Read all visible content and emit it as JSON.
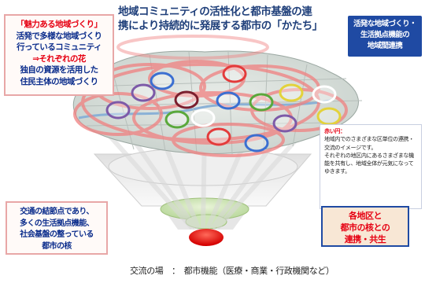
{
  "title": {
    "line1": "地域コミュニティの活性化と都市基盤の連",
    "line2": "携により持続的に発展する都市の「かたち」"
  },
  "left_box": {
    "line1": "「魅力ある地域づくり」",
    "line2": "活発で多様な地域づくり",
    "line3": "行っているコミュニティ",
    "line4": "⇒それぞれの花",
    "line5": "独自の資源を活用した",
    "line6": "住民主体の地域づくり"
  },
  "right_box": {
    "line1": "活発な地域づくり・",
    "line2": "生活拠点機能の",
    "line3": "地域間連携"
  },
  "note_box": {
    "heading": "赤い円：",
    "body1": "地域内でのさまざまな区単位の連携・交流のイメージです。",
    "body2": "それぞれの地区内にあるさまざまな機能を共有し、地域全体が元気になってゆきます。"
  },
  "core_box": {
    "line1": "交通の結節点であり、",
    "line2": "多くの生活拠点機能、",
    "line3": "社会基盤の整っている",
    "line4": "都市の核"
  },
  "link_box": {
    "line1": "各地区と",
    "line2": "都市の核との",
    "line3": "連携・共生"
  },
  "bottom_caption": "交流の場　：　都市機能（医療・商業・行政機関など）",
  "colors": {
    "title": "#1f3f7a",
    "accent_red": "#e60012",
    "navy": "#0b2d8c",
    "panel_blue": "#1f4aa3",
    "panel_peach": "#f8e7d5"
  },
  "flowers": [
    "purple",
    "purple",
    "red",
    "darkred",
    "blue",
    "green",
    "yellow",
    "white",
    "purple",
    "blue",
    "yellow",
    "red",
    "blue",
    "white",
    "green"
  ]
}
